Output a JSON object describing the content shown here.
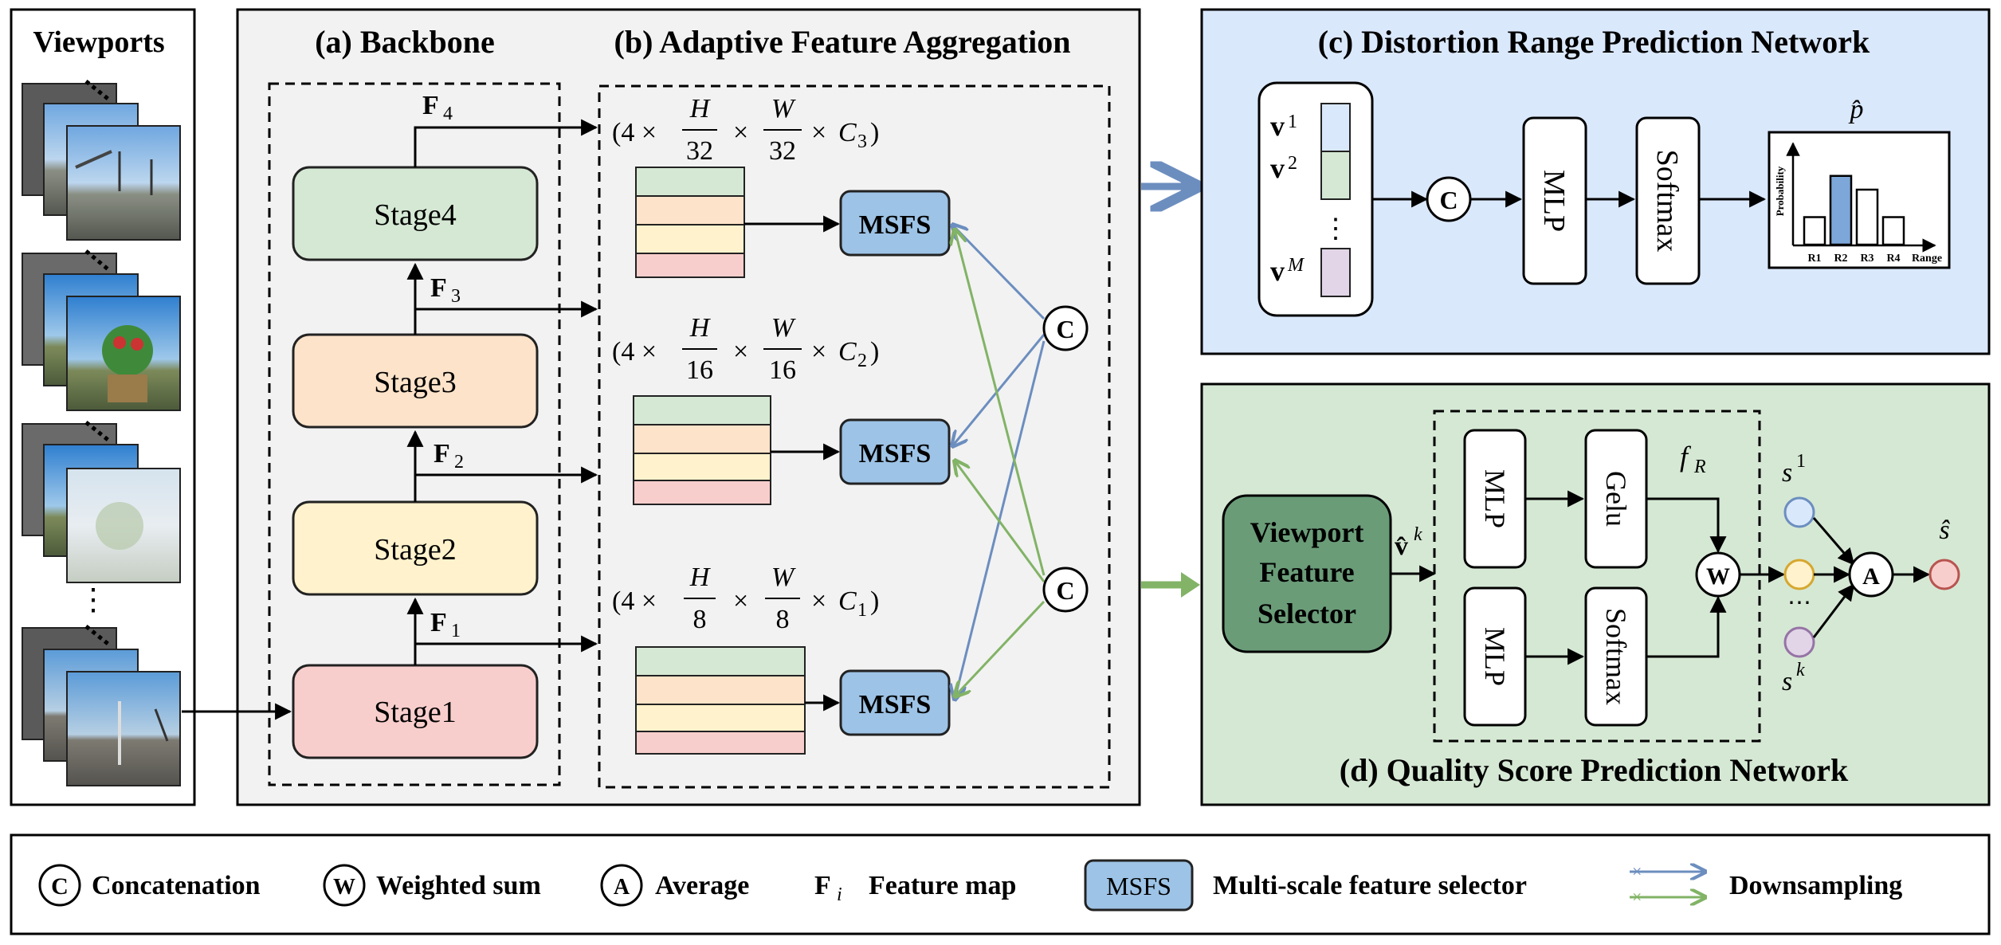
{
  "panels": {
    "viewports_title": "Viewports",
    "backbone_title": "(a) Backbone",
    "aggregation_title": "(b) Adaptive Feature Aggregation",
    "distortion_title": "(c) Distortion Range Prediction Network",
    "quality_title": "(d) Quality Score Prediction Network"
  },
  "backbone": {
    "stages": [
      "Stage4",
      "Stage3",
      "Stage2",
      "Stage1"
    ],
    "feature_labels": [
      "F",
      "F",
      "F",
      "F"
    ],
    "feature_subs": [
      "4",
      "3",
      "2",
      "1"
    ]
  },
  "aggregation": {
    "shapes": [
      {
        "prefix": "(4 ×",
        "h": "H",
        "hd": "32",
        "w": "W",
        "wd": "32",
        "times": "×",
        "c": "C",
        "cs": "3",
        "close": ")"
      },
      {
        "prefix": "(4 ×",
        "h": "H",
        "hd": "16",
        "w": "W",
        "wd": "16",
        "times": "×",
        "c": "C",
        "cs": "2",
        "close": ")"
      },
      {
        "prefix": "(4 ×",
        "h": "H",
        "hd": "8",
        "w": "W",
        "wd": "8",
        "times": "×",
        "c": "C",
        "cs": "1",
        "close": ")"
      }
    ],
    "msfs_label": "MSFS",
    "concat_symbol": "C"
  },
  "distortion": {
    "v_labels": [
      "v",
      "v",
      "v"
    ],
    "v_sups": [
      "1",
      "2",
      "M"
    ],
    "dots": "⋮",
    "concat": "C",
    "mlp": "MLP",
    "softmax": "Softmax",
    "p_hat": "p̂",
    "y_label": "Probability",
    "x_labels": [
      "R1",
      "R2",
      "R3",
      "R4"
    ],
    "x_axis_label": "Range",
    "bars": [
      0.3,
      0.75,
      0.6,
      0.3
    ],
    "highlight_bar": 1
  },
  "quality": {
    "selector": [
      "Viewport",
      "Feature",
      "Selector"
    ],
    "v_hat": "v̂",
    "v_hat_sup": "k",
    "mlp": "MLP",
    "gelu": "Gelu",
    "softmax": "Softmax",
    "f_r": "f",
    "f_r_sub": "R",
    "weighted": "W",
    "average": "A",
    "s": "s",
    "s_sups": [
      "1",
      "k"
    ],
    "s_dots": "⋯",
    "s_hat": "ŝ"
  },
  "legend": {
    "concat_sym": "C",
    "concat_text": "Concatenation",
    "weighted_sym": "W",
    "weighted_text": "Weighted sum",
    "avg_sym": "A",
    "avg_text": "Average",
    "f_sym": "F",
    "f_sub": "i",
    "f_text": "Feature map",
    "msfs_sym": "MSFS",
    "msfs_text": "Multi-scale feature selector",
    "down_text": "Downsampling"
  },
  "colors": {
    "stage4": "#d5e8d4",
    "stage3": "#fde3c9",
    "stage2": "#fff2cc",
    "stage1": "#f8cecc",
    "msfs": "#9dc3e6",
    "blue_panel": "#dae8fc",
    "green_panel": "#d5e8d4",
    "selector": "#6a9c78",
    "blue_arrow": "#6c8ebf",
    "green_arrow": "#82b366"
  }
}
